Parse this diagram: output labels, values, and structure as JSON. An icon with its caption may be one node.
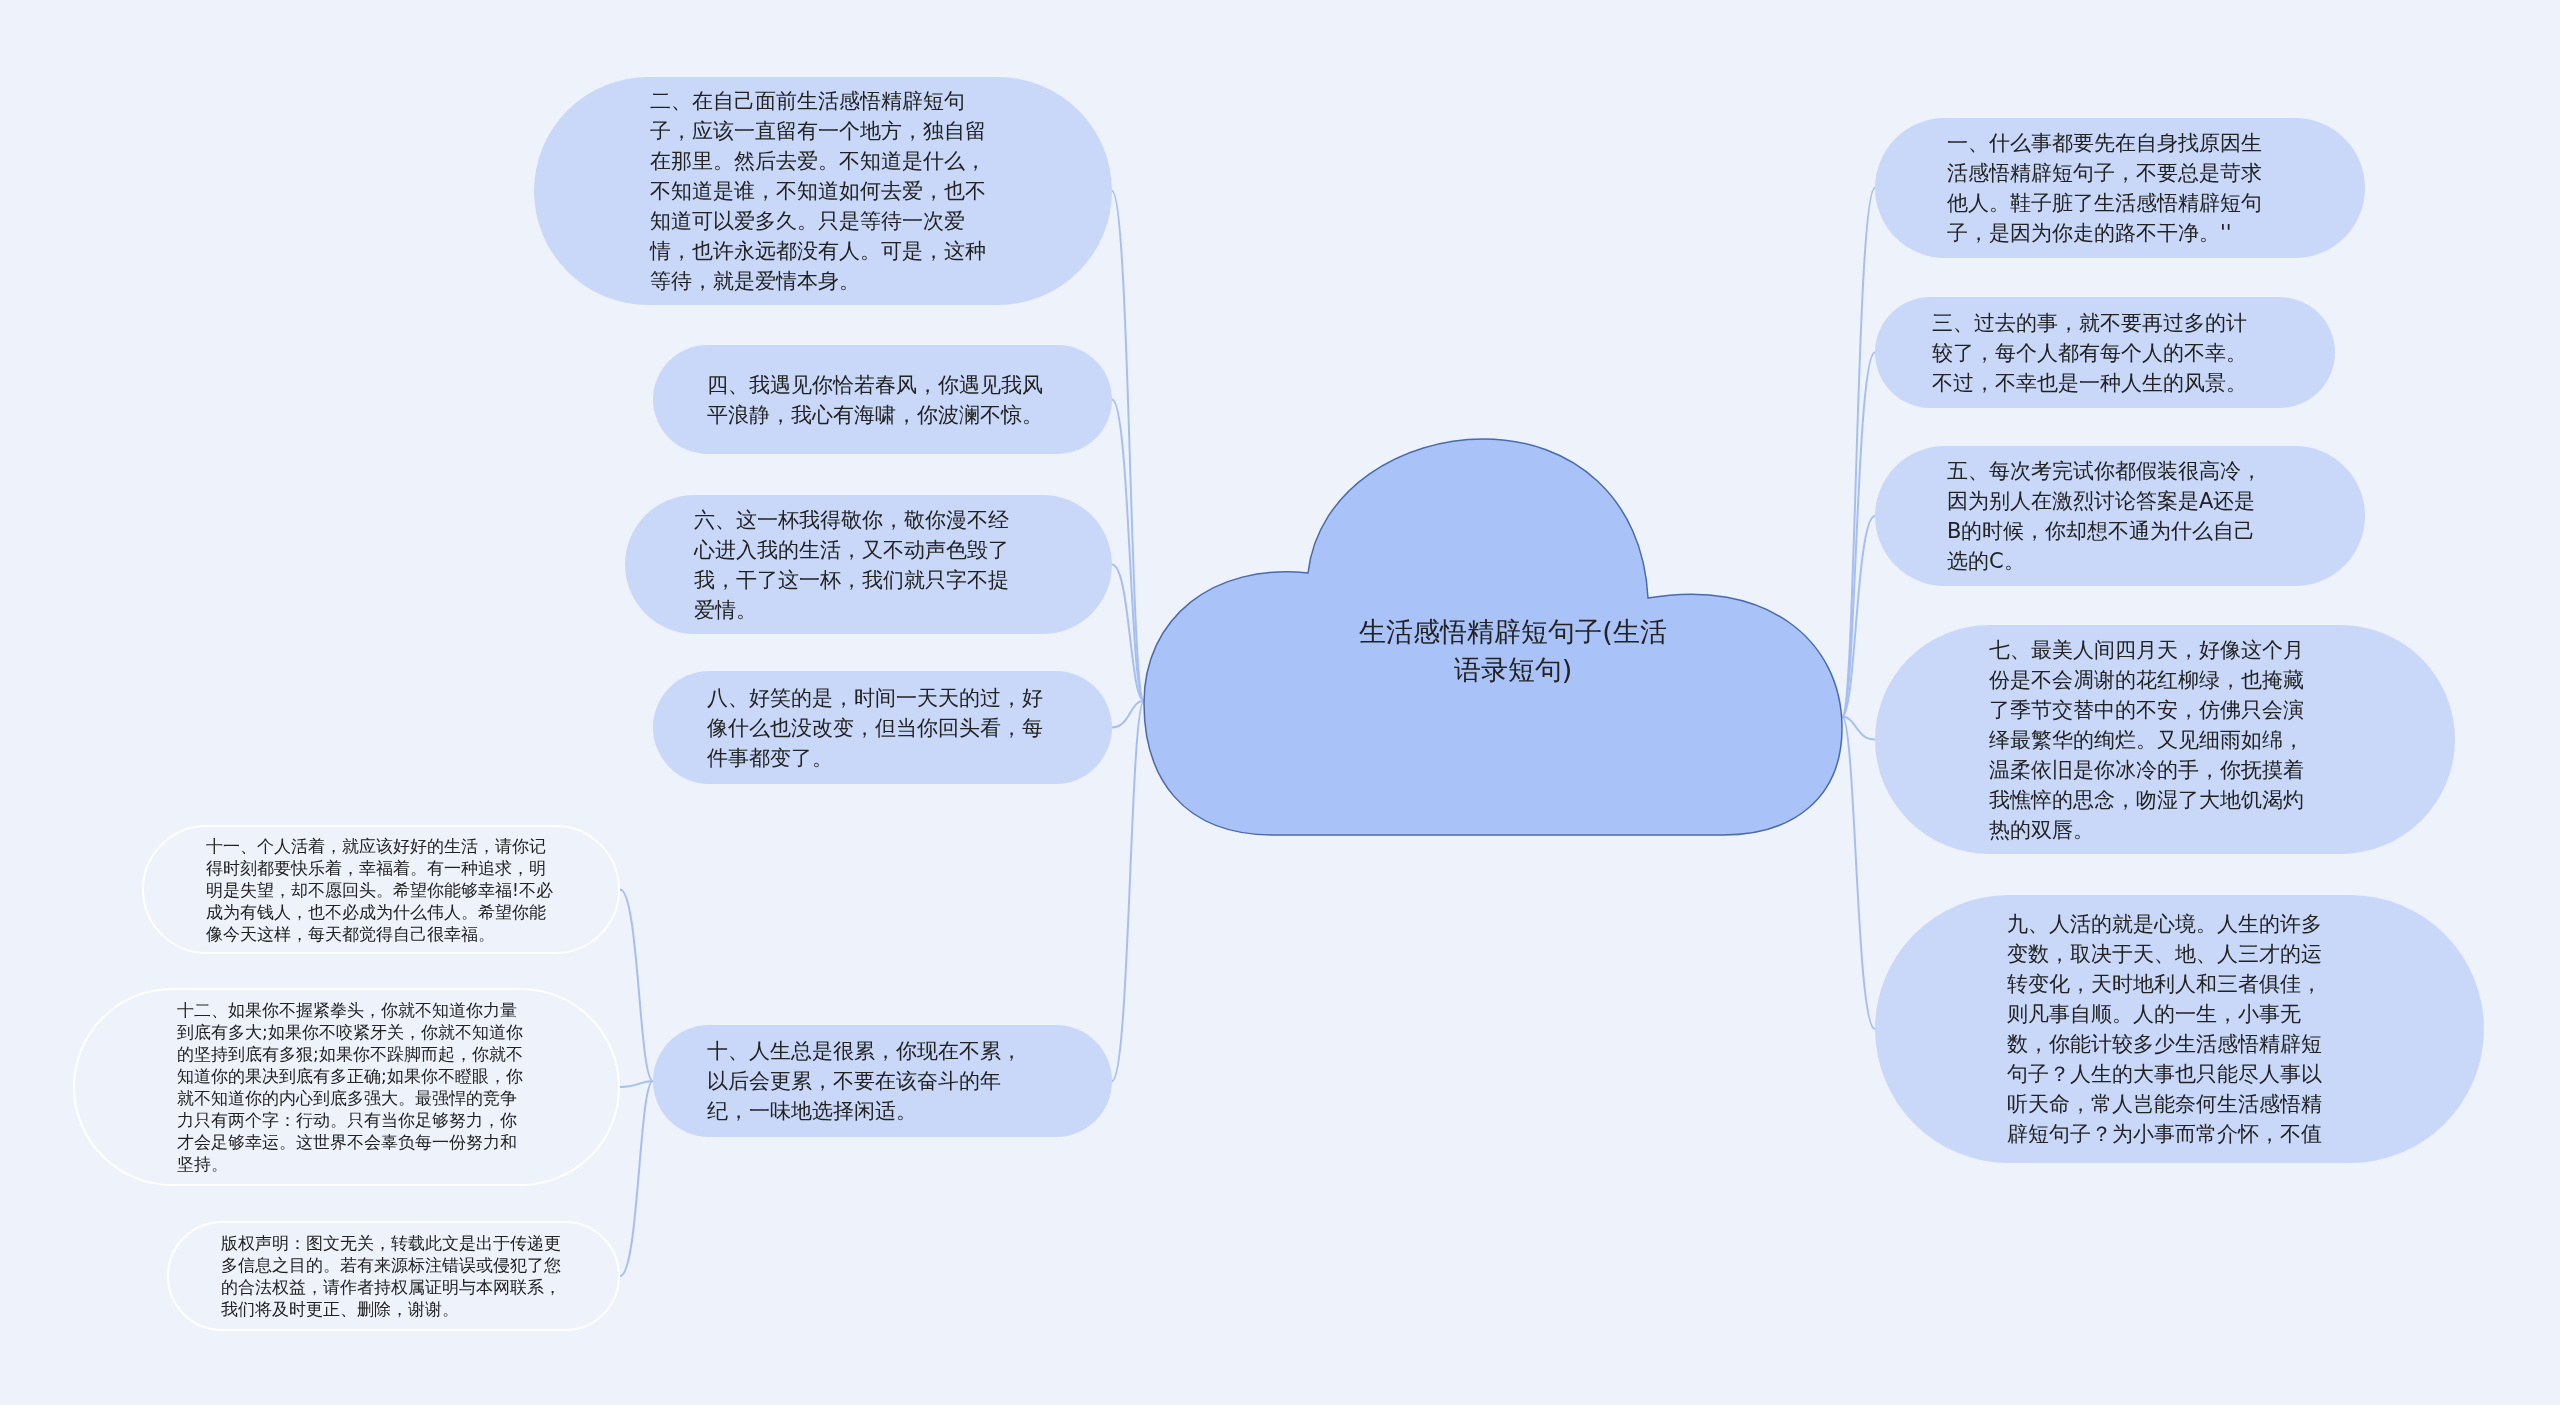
{
  "diagram": {
    "nodes": [
      {
        "text": [
          "生活感悟精辟短句子(生活语录短句)"
        ]
      },
      {
        "text": [
          "二、在自己面前生活感悟精辟短句子，应该一直留有一个地方，独自留在那里。然后去爱。不知道是什么，不知道是谁，不知道如何去爱，也不知道可以爱多久。只是等待一次爱情，也许永远都没有人。可是，这种等待，就是爱情本身。"
        ]
      },
      {
        "text": [
          "四、我遇见你恰若春风，你遇见我风平浪静，我心有海啸，你波澜不惊。"
        ]
      },
      {
        "text": [
          "六、这一杯我得敬你，敬你漫不经心进入我的生活，又不动声色毁了我，干了这一杯，我们就只字不提爱情。"
        ]
      },
      {
        "text": [
          "八、好笑的是，时间一天天的过，好像什么也没改变，但当你回头看，每件事都变了。"
        ]
      },
      {
        "text": [
          "十、人生总是很累，你现在不累，以后会更累，不要在该奋斗的年纪，一味地选择闲适。"
        ]
      },
      {
        "text": [
          "十一、个人活着，就应该好好的生活，请你记得时刻都要快乐着，幸福着。有一种追求，明明是失望，却不愿回头。希望你能够幸福!不必成为有钱人，也不必成为什么伟人。希望你能像今天这样，每天都觉得自己很幸福。"
        ]
      },
      {
        "text": [
          "十二、如果你不握紧拳头，你就不知道你力量到底有多大;如果你不咬紧牙关，你就不知道你的坚持到底有多狠;如果你不跺脚而起，你就不知道你的果决到底有多正确;如果你不瞪眼，你就不知道你的内心到底多强大。最强悍的竞争力只有两个字：行动。只有当你足够努力，你才会足够幸运。这世界不会辜负每一份努力和坚持。"
        ]
      },
      {
        "text": [
          "版权声明：图文无关，转载此文是出于传递更多信息之目的。若有来源标注错误或侵犯了您的合法权益，请作者持权属证明与本网联系，我们将及时更正、删除，谢谢。"
        ]
      },
      {
        "text": [
          "一、什么事都要先在自身找原因生活感悟精辟短句子，不要总是苛求他人。鞋子脏了生活感悟精辟短句子，是因为你走的路不干净。''"
        ]
      },
      {
        "text": [
          "三、过去的事，就不要再过多的计较了，每个人都有每个人的不幸。不过，不幸也是一种人生的风景。"
        ]
      },
      {
        "text": [
          "五、每次考完试你都假装很高冷，因为别人在激烈讨论答案是A还是B的时候，你却想不通为什么自己选的C。"
        ]
      },
      {
        "text": [
          "七、最美人间四月天，好像这个月份是不会凋谢的花红柳绿，也掩藏了季节交替中的不安，仿佛只会演绎最繁华的绚烂。又见细雨如绵，温柔依旧是你冰冷的手，你抚摸着我憔悴的思念，吻湿了大地饥渴灼热的双唇。"
        ]
      },
      {
        "text": [
          "九、人活的就是心境。人生的许多变数，取决于天、地、人三才的运转变化，天时地利人和三者俱佳，则凡事自顺。人的一生，小事无数，你能计较多少生活感悟精辟短句子？人生的大事也只能尽人事以听天命，常人岂能奈何生活感悟精辟短句子？为小事而常介怀，不值"
        ]
      }
    ],
    "edges": [
      {
        "from": 0,
        "to": 1,
        "arrow": "none"
      },
      {
        "from": 0,
        "to": 2,
        "arrow": "none"
      },
      {
        "from": 0,
        "to": 3,
        "arrow": "none"
      },
      {
        "from": 0,
        "to": 4,
        "arrow": "none"
      },
      {
        "from": 0,
        "to": 5,
        "arrow": "none"
      },
      {
        "from": 5,
        "to": 6,
        "arrow": "none"
      },
      {
        "from": 5,
        "to": 7,
        "arrow": "none"
      },
      {
        "from": 5,
        "to": 8,
        "arrow": "none"
      },
      {
        "from": 0,
        "to": 9,
        "arrow": "none"
      },
      {
        "from": 0,
        "to": 10,
        "arrow": "none"
      },
      {
        "from": 0,
        "to": 11,
        "arrow": "none"
      },
      {
        "from": 0,
        "to": 12,
        "arrow": "none"
      },
      {
        "from": 0,
        "to": 13,
        "arrow": "none"
      }
    ]
  }
}
